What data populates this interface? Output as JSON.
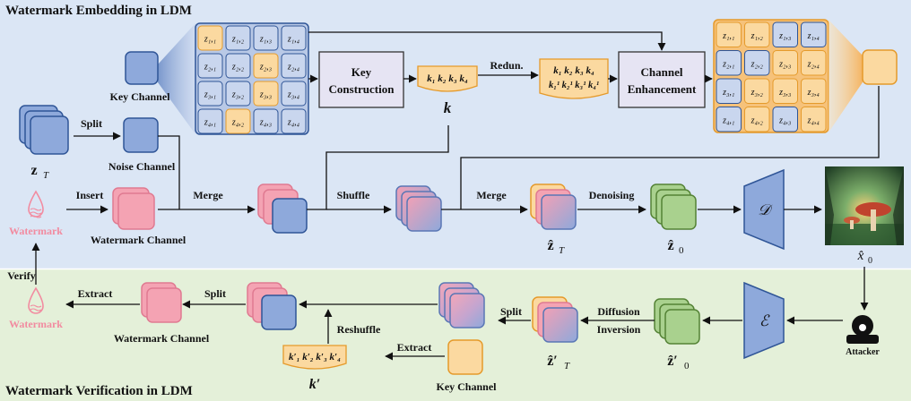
{
  "sections": {
    "embedding_title": "Watermark Embedding in LDM",
    "verification_title": "Watermark Verification in LDM"
  },
  "labels": {
    "key_channel": "Key Channel",
    "noise_channel": "Noise Channel",
    "watermark": "Watermark",
    "watermark_channel": "Watermark Channel",
    "split": "Split",
    "insert": "Insert",
    "merge": "Merge",
    "shuffle": "Shuffle",
    "denoising": "Denoising",
    "redun": "Redun.",
    "key_construction_1": "Key",
    "key_construction_2": "Construction",
    "channel_enhancement_1": "Channel",
    "channel_enhancement_2": "Enhancement",
    "verify": "Verify",
    "extract": "Extract",
    "reshuffle": "Reshuffle",
    "diffusion": "Diffusion",
    "inversion": "Inversion",
    "attacker": "Attacker"
  },
  "math": {
    "z_T": "z",
    "z_T_sub": "T",
    "k": "k",
    "k_prime": "k′",
    "z_hat_T": "ẑ",
    "z_hat_T_sub": "T",
    "z_hat_0": "ẑ",
    "z_hat_0_sub": "0",
    "z_hat_prime_T": "ẑ′",
    "z_hat_prime_T_sub": "T",
    "z_hat_prime_0": "ẑ′",
    "z_hat_prime_0_sub": "0",
    "x_hat_0": "x̂",
    "x_hat_0_sub": "0",
    "decoder": "𝒟",
    "encoder": "ℰ"
  },
  "key_sequence": "k₁ k₂ k₃ k₄",
  "key_redundant_line1": "k₁ k₂ k₃ k₄",
  "key_redundant_line2": "k₁¹ k₂¹ k₃¹ k₄¹",
  "key_prime_sequence": "k′₁ k′₂ k′₃ k′₄",
  "grid_left": [
    [
      "z₁,₁",
      "z₁,₂",
      "z₁,₃",
      "z₁,₄"
    ],
    [
      "z₂,₁",
      "z₂,₂",
      "z₂,₃",
      "z₂,₄"
    ],
    [
      "z₃,₁",
      "z₃,₂",
      "z₃,₃",
      "z₃,₄"
    ],
    [
      "z₄,₁",
      "z₄,₂",
      "z₄,₃",
      "z₄,₄"
    ]
  ],
  "grid_left_highlight": [
    [
      1,
      0,
      0,
      0
    ],
    [
      0,
      0,
      1,
      0
    ],
    [
      0,
      0,
      1,
      0
    ],
    [
      0,
      1,
      0,
      0
    ]
  ],
  "grid_right": [
    [
      "z₁,₁",
      "z₁,₂",
      "z₁,₃",
      "z₁,₄"
    ],
    [
      "z₂,₁",
      "z₂,₂",
      "z₂,₃",
      "z₂,₄"
    ],
    [
      "z₃,₁",
      "z₃,₂",
      "z₃,₃",
      "z₃,₄"
    ],
    [
      "z₄,₁",
      "z₄,₂",
      "z₄,₃",
      "z₄,₄"
    ]
  ],
  "grid_right_highlight": [
    [
      1,
      1,
      0,
      0
    ],
    [
      0,
      0,
      1,
      1
    ],
    [
      0,
      1,
      1,
      1
    ],
    [
      0,
      1,
      0,
      1
    ]
  ],
  "colors": {
    "top_bg": "#dbe6f5",
    "bottom_bg": "#e4f0d9",
    "title_blue": "#1f4e9c",
    "title_green": "#2e6e2a",
    "blue_ch": "#8ea9db",
    "orange_ch": "#fbd9a0",
    "pink_ch": "#f4a3b3",
    "green_ch": "#a9d18e"
  }
}
